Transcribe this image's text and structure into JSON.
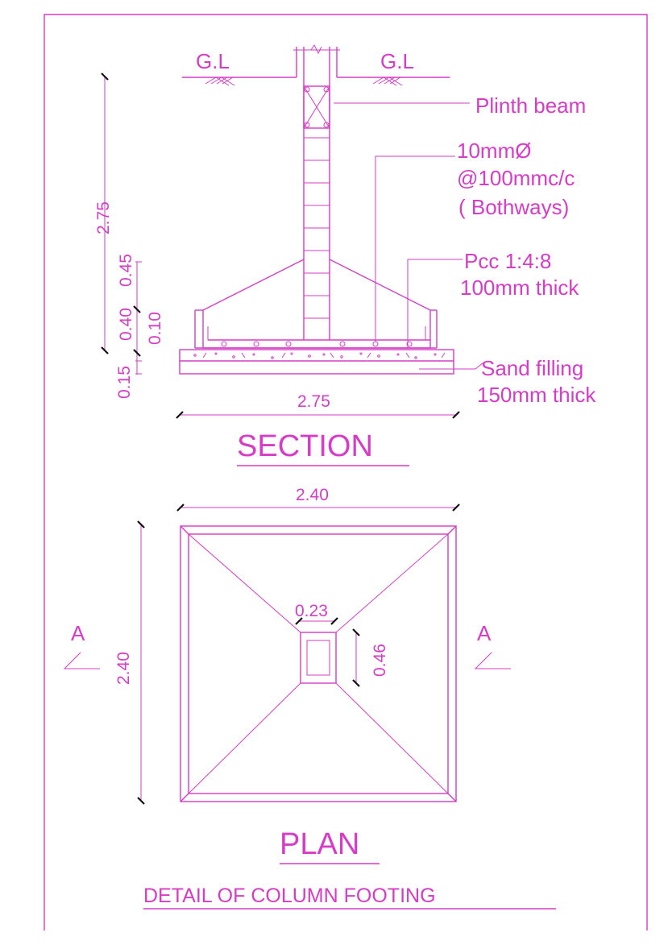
{
  "colors": {
    "line": "#d63cc6",
    "tick": "#111111",
    "background": "#ffffff"
  },
  "section": {
    "gl_left": "G.L",
    "gl_right": "G.L",
    "plinth_beam": "Plinth beam",
    "rebar_line1": "10mmØ",
    "rebar_line2": "@100mmc/c",
    "rebar_line3": "( Bothways)",
    "pcc_line1": "Pcc 1:4:8",
    "pcc_line2": "100mm thick",
    "sand_line1": "Sand filling",
    "sand_line2": "150mm thick",
    "dim_total_height": "2.75",
    "dim_slope": "0.45",
    "dim_straight": "0.40",
    "dim_pcc": "0.10",
    "dim_sand": "0.15",
    "dim_width": "2.75",
    "title": "SECTION"
  },
  "plan": {
    "dim_width": "2.40",
    "dim_height": "2.40",
    "dim_col_width": "0.23",
    "dim_col_depth": "0.46",
    "section_mark_left": "A",
    "section_mark_right": "A",
    "title": "PLAN"
  },
  "caption": "DETAIL OF COLUMN FOOTING"
}
